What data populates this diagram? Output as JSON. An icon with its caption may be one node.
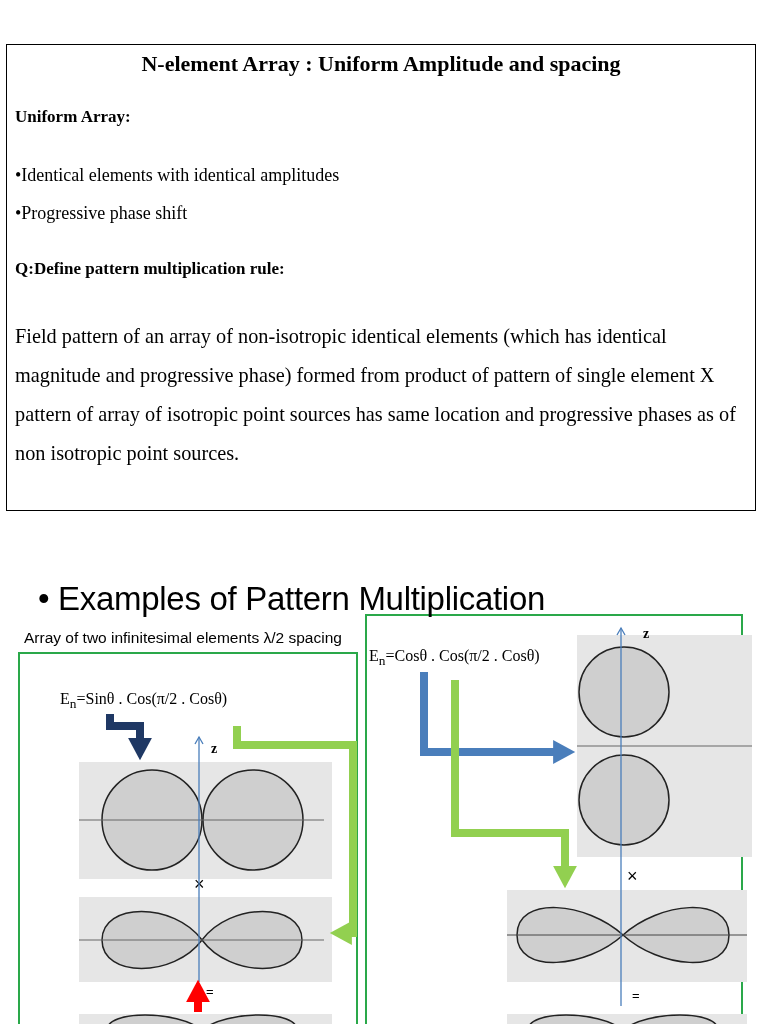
{
  "diagram": {
    "nodes": [
      {
        "text": [
          "N-element Array : Uniform Amplitude and spacing",
          "Uniform Array:",
          "•Identical elements with identical amplitudes",
          "•Progressive phase shift",
          "Q:Define pattern multiplication rule:",
          "Field pattern of an array of non-isotropic identical elements (which has identical magnitude and progressive phase) formed from product of pattern of single element X pattern of array of isotropic point sources has same location and progressive phases as of non isotropic point sources."
        ]
      },
      {
        "text": [
          "Array of two infinitesimal elements λ/2 spacing"
        ]
      },
      {
        "text": [
          "E$_{n}$=Sinθ . Cos(π/2 . Cosθ)"
        ],
        "in": 1
      },
      {
        "text": [],
        "shape": "picture",
        "in": 1
      },
      {
        "text": [],
        "shape": "picture",
        "in": 1
      },
      {
        "text": [],
        "shape": "picture",
        "in": 1
      },
      {
        "text": [],
        "shape": "box"
      },
      {
        "text": [
          "E$_{n}$=Cosθ . Cos(π/2 . Cosθ)"
        ],
        "in": 6
      },
      {
        "text": [],
        "shape": "picture",
        "in": 6
      },
      {
        "text": [],
        "shape": "picture",
        "in": 6
      },
      {
        "text": [],
        "shape": "picture",
        "in": 6
      }
    ],
    "edges": [
      {
        "from": 2,
        "to": 3,
        "arrow": "to",
        "color": "#1f3864"
      },
      {
        "from": 2,
        "to": 4,
        "arrow": "to",
        "color": "#92d050"
      },
      {
        "from": 7,
        "to": 8,
        "arrow": "to",
        "color": "#4a7ebb"
      },
      {
        "from": 7,
        "to": 9,
        "arrow": "to",
        "color": "#92d050"
      },
      {
        "from": 5,
        "to": 4,
        "arrow": "to",
        "color": "#ff0000"
      }
    ],
    "labels": [
      "• Examples of Pattern Multiplication",
      "z",
      "×",
      "=",
      "z",
      "×",
      "="
    ]
  }
}
